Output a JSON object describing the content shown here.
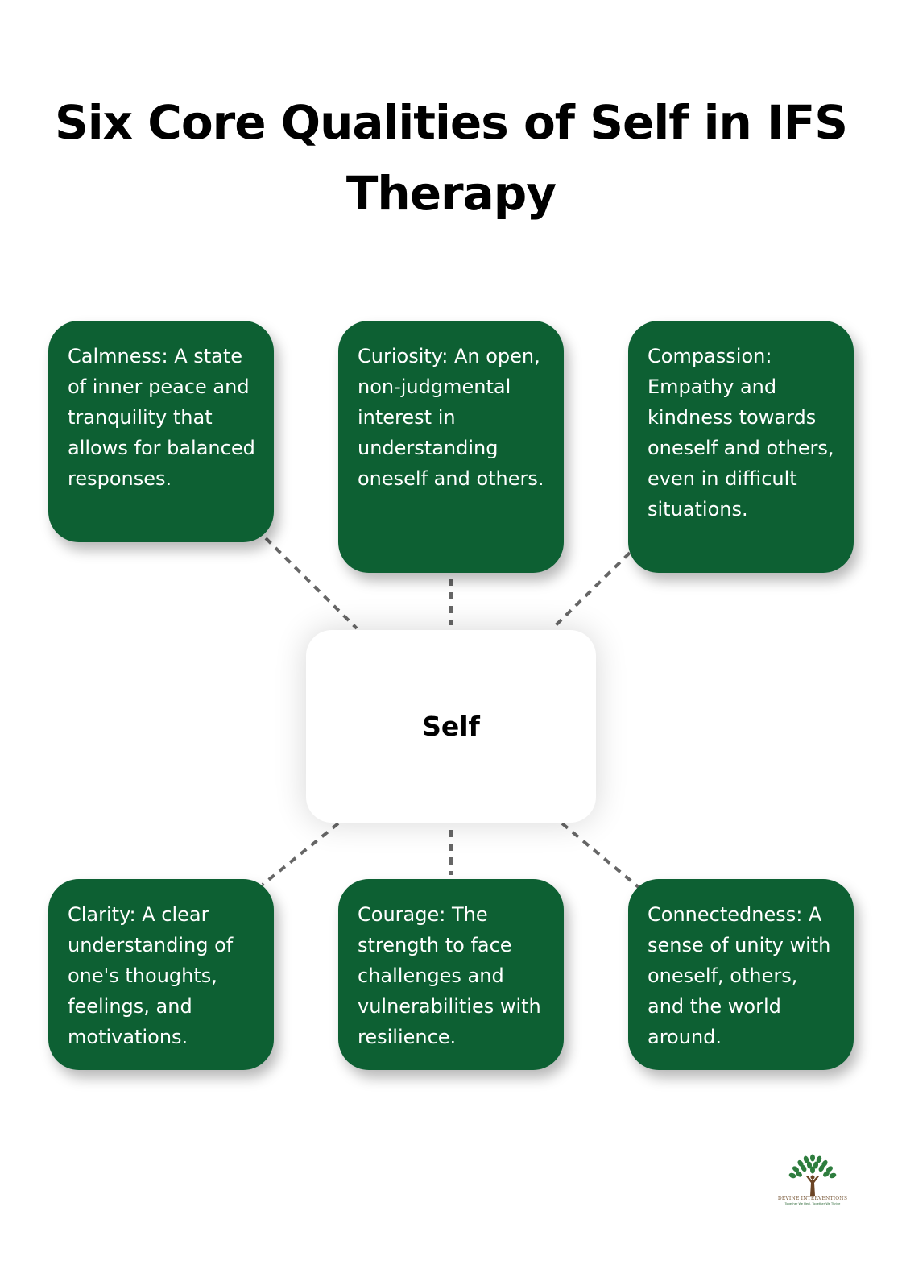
{
  "title": "Six Core Qualities of Self in IFS Therapy",
  "center": {
    "label": "Self"
  },
  "qualities": [
    {
      "name": "Calmness",
      "text": "Calmness: A state of inner peace and tranquility that allows for balanced responses."
    },
    {
      "name": "Curiosity",
      "text": "Curiosity: An open, non-judgmental interest in understanding oneself and others."
    },
    {
      "name": "Compassion",
      "text": "Compassion: Empathy and kindness towards oneself and others, even in difficult situations."
    },
    {
      "name": "Clarity",
      "text": "Clarity: A clear understanding of one's thoughts, feelings, and motivations."
    },
    {
      "name": "Courage",
      "text": "Courage: The strength to face challenges and vulnerabilities with resilience."
    },
    {
      "name": "Connectedness",
      "text": "Connectedness: A sense of unity with oneself, others, and the world around."
    }
  ],
  "colors": {
    "box_green": "#0d6033",
    "connector": "#666666",
    "logo_leaf": "#2e7d3e",
    "logo_trunk": "#6b4424"
  },
  "logo": {
    "icon": "tree-icon",
    "name": "DEVINE INTERVENTIONS",
    "tagline": "Together We Heal, Together We Thrive"
  }
}
